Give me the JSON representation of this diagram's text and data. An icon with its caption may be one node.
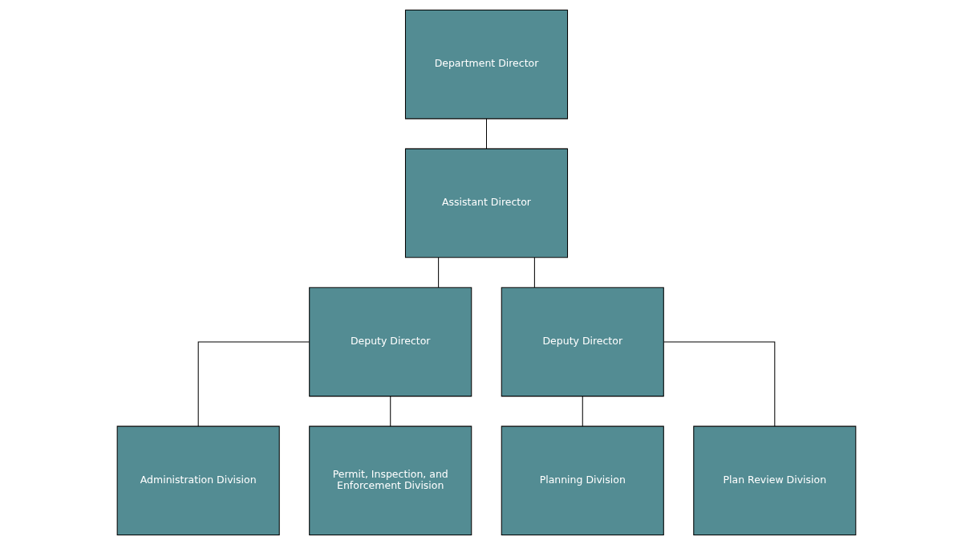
{
  "diagram": {
    "nodes": [
      {
        "text": [
          "Department Director"
        ]
      },
      {
        "text": [
          "Assistant Director"
        ]
      },
      {
        "text": [
          "Deputy Director"
        ]
      },
      {
        "text": [
          "Deputy Director"
        ]
      },
      {
        "text": [
          "Administration Division"
        ]
      },
      {
        "text": [
          "Permit, Inspection, and Enforcement Division"
        ]
      },
      {
        "text": [
          "Planning Division"
        ]
      },
      {
        "text": [
          "Plan Review Division"
        ]
      }
    ],
    "edges": [
      {
        "from": 0,
        "to": 1,
        "arrow": "none"
      },
      {
        "from": 1,
        "to": 2,
        "arrow": "none"
      },
      {
        "from": 1,
        "to": 3,
        "arrow": "none"
      },
      {
        "from": 2,
        "to": 4,
        "arrow": "none"
      },
      {
        "from": 2,
        "to": 5,
        "arrow": "none"
      },
      {
        "from": 3,
        "to": 6,
        "arrow": "none"
      },
      {
        "from": 3,
        "to": 7,
        "arrow": "none"
      }
    ]
  }
}
